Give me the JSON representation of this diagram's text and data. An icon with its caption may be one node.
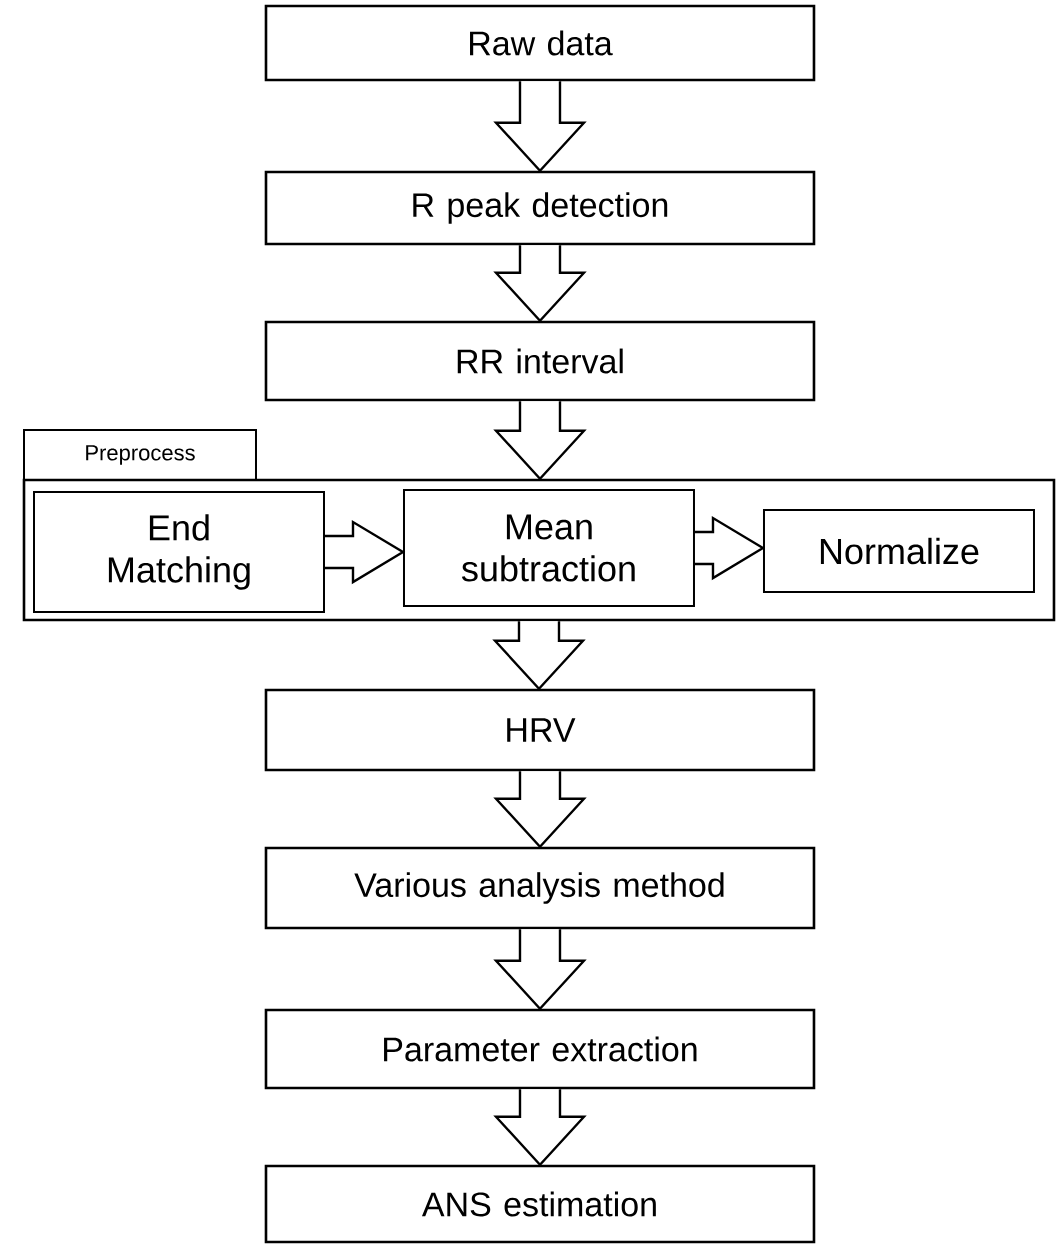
{
  "diagram": {
    "nodes": [
      {
        "text": [
          "Raw data"
        ]
      },
      {
        "text": [
          "R peak detection"
        ]
      },
      {
        "text": [
          "RR interval"
        ]
      },
      {
        "text": [
          "Preprocess"
        ]
      },
      {
        "text": [
          "End Matching"
        ],
        "in": 3
      },
      {
        "text": [
          "Mean subtraction"
        ],
        "in": 3
      },
      {
        "text": [
          "Normalize"
        ],
        "in": 3
      },
      {
        "text": [
          "HRV"
        ]
      },
      {
        "text": [
          "Various analysis method"
        ]
      },
      {
        "text": [
          "Parameter extraction"
        ]
      },
      {
        "text": [
          "ANS estimation"
        ]
      }
    ],
    "edges": [
      {
        "from": 0,
        "to": 1,
        "arrow": "to"
      },
      {
        "from": 1,
        "to": 2,
        "arrow": "to"
      },
      {
        "from": 2,
        "to": 3,
        "arrow": "to"
      },
      {
        "from": 4,
        "to": 5,
        "arrow": "to"
      },
      {
        "from": 5,
        "to": 6,
        "arrow": "to"
      },
      {
        "from": 3,
        "to": 7,
        "arrow": "to"
      },
      {
        "from": 7,
        "to": 8,
        "arrow": "to"
      },
      {
        "from": 8,
        "to": 9,
        "arrow": "to"
      },
      {
        "from": 9,
        "to": 10,
        "arrow": "to"
      }
    ]
  }
}
